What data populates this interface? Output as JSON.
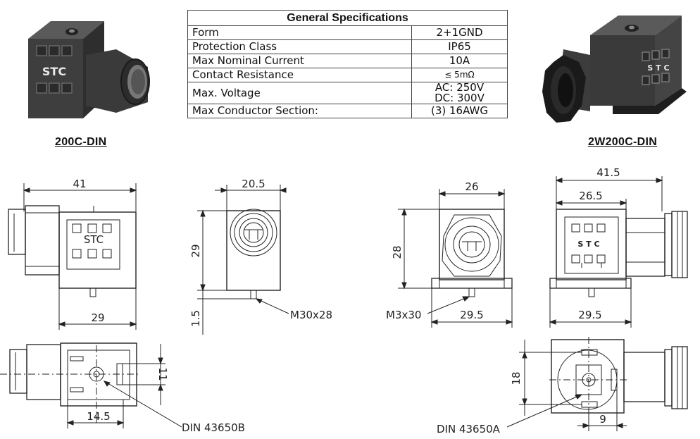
{
  "spec_table": {
    "title": "General Specifications",
    "rows": [
      {
        "label": "Form",
        "value": "2+1GND"
      },
      {
        "label": "Protection Class",
        "value": "IP65"
      },
      {
        "label": "Max Nominal Current",
        "value": "10A"
      },
      {
        "label": "Contact Resistance",
        "value": "≤ 5mΩ"
      },
      {
        "label": "Max. Voltage",
        "value": "AC: 250V",
        "value2": "DC: 300V"
      },
      {
        "label": "Max Conductor Section:",
        "value": "(3) 16AWG"
      }
    ]
  },
  "models": {
    "left": "200C-DIN",
    "right": "2W200C-DIN"
  },
  "brand_text": "STC",
  "brand_text_spaced": "S T C",
  "dimensions": {
    "front_width": "41",
    "front_base": "29",
    "side_width": "20.5",
    "side_height": "29",
    "side_pin": "1.5",
    "side_screw": "M30x28",
    "bottom_offset": "14.5",
    "bottom_height": "11",
    "bottom_standard": "DIN 43650B",
    "r_front_width": "26",
    "r_front_height": "28",
    "r_front_base": "29.5",
    "r_front_screw": "M3x30",
    "r_side_total": "41.5",
    "r_side_body": "26.5",
    "r_side_base": "29.5",
    "r_bottom_height": "18",
    "r_bottom_offset": "9",
    "r_bottom_standard": "DIN 43650A"
  }
}
